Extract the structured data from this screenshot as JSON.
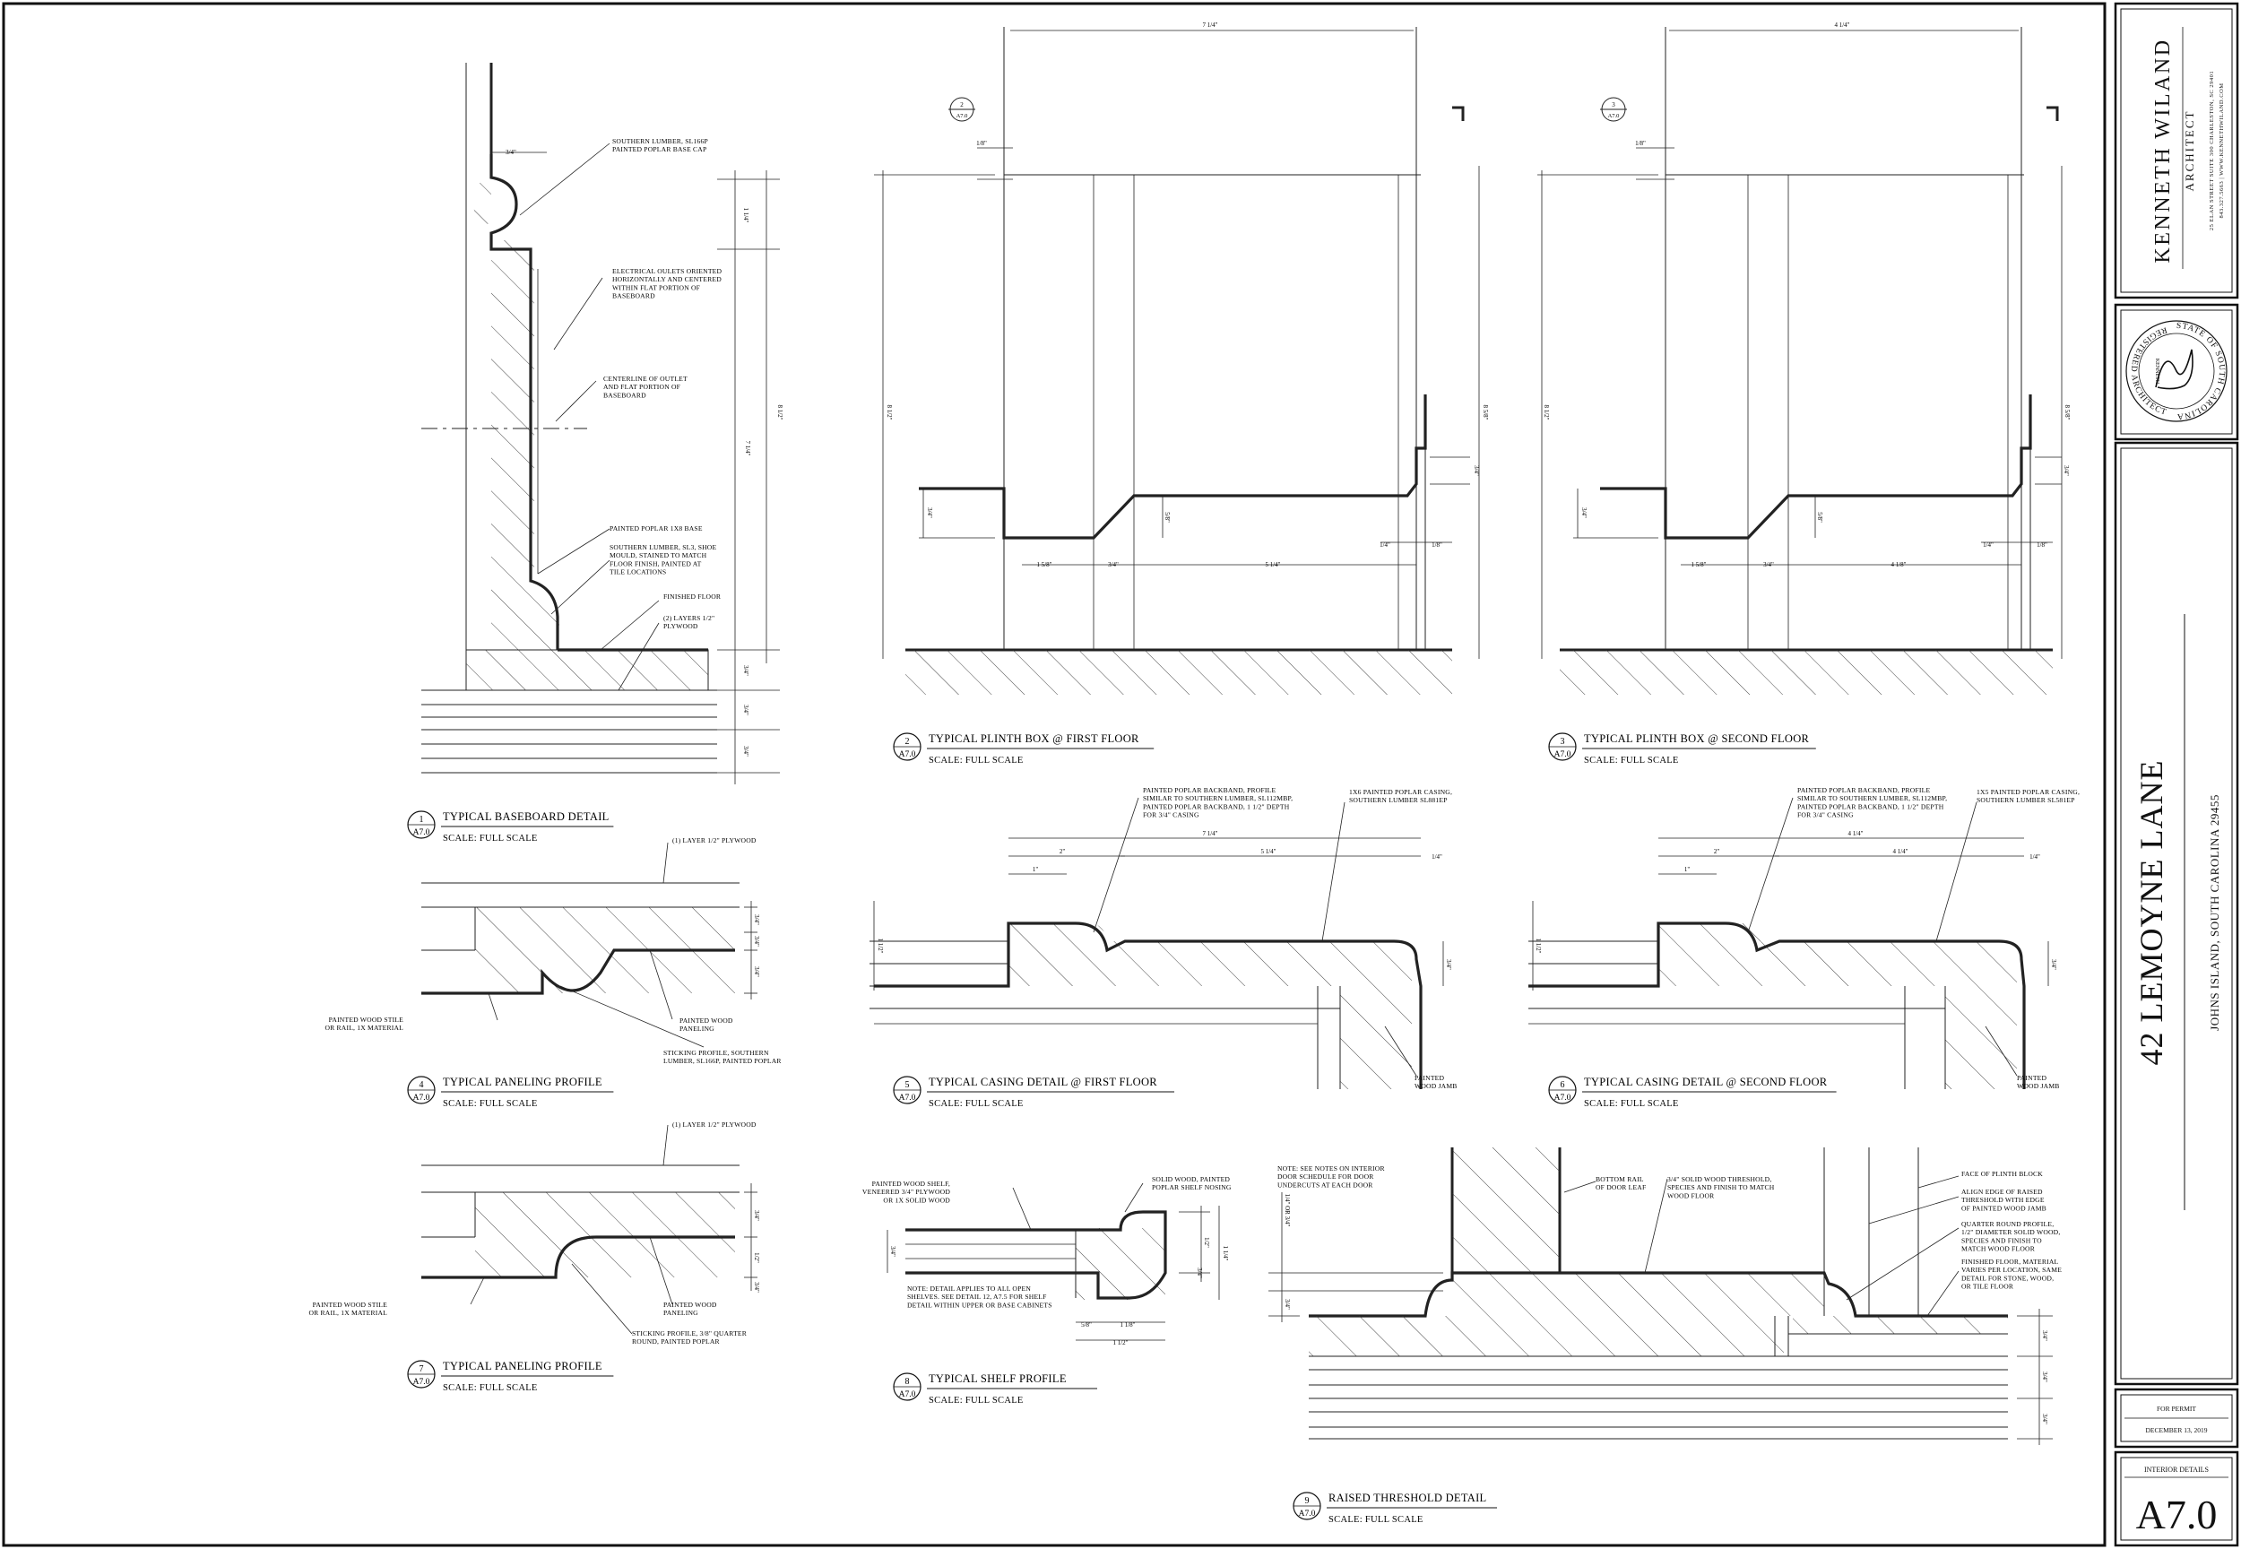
{
  "details": [
    {
      "num": "1",
      "sheet": "A7.0",
      "title": "TYPICAL BASEBOARD DETAIL",
      "scale": "SCALE: FULL SCALE"
    },
    {
      "num": "2",
      "sheet": "A7.0",
      "title": "TYPICAL PLINTH BOX @ FIRST FLOOR",
      "scale": "SCALE: FULL SCALE"
    },
    {
      "num": "3",
      "sheet": "A7.0",
      "title": "TYPICAL PLINTH BOX @ SECOND FLOOR",
      "scale": "SCALE: FULL SCALE"
    },
    {
      "num": "4",
      "sheet": "A7.0",
      "title": "TYPICAL PANELING PROFILE",
      "scale": "SCALE: FULL SCALE"
    },
    {
      "num": "5",
      "sheet": "A7.0",
      "title": "TYPICAL CASING DETAIL @ FIRST FLOOR",
      "scale": "SCALE: FULL SCALE"
    },
    {
      "num": "6",
      "sheet": "A7.0",
      "title": "TYPICAL CASING DETAIL @ SECOND FLOOR",
      "scale": "SCALE: FULL SCALE"
    },
    {
      "num": "7",
      "sheet": "A7.0",
      "title": "TYPICAL PANELING PROFILE",
      "scale": "SCALE: FULL SCALE"
    },
    {
      "num": "8",
      "sheet": "A7.0",
      "title": "TYPICAL SHELF PROFILE",
      "scale": "SCALE: FULL SCALE"
    },
    {
      "num": "9",
      "sheet": "A7.0",
      "title": "RAISED THRESHOLD DETAIL",
      "scale": "SCALE: FULL SCALE"
    }
  ],
  "section_markers": [
    {
      "num": "2",
      "sheet": "A7.0"
    },
    {
      "num": "3",
      "sheet": "A7.0"
    }
  ],
  "notes": {
    "d1": [
      "SOUTHERN LUMBER, SL166P\nPAINTED POPLAR BASE CAP",
      "ELECTRICAL OULETS ORIENTED\nHORIZONTALLY AND CENTERED\nWITHIN FLAT PORTION OF\nBASEBOARD",
      "CENTERLINE OF OUTLET\nAND FLAT PORTION OF\nBASEBOARD",
      "PAINTED POPLAR 1X8 BASE",
      "SOUTHERN LUMBER, SL3, SHOE\nMOULD, STAINED TO MATCH\nFLOOR FINISH, PAINTED AT\nTILE LOCATIONS",
      "FINISHED FLOOR",
      "(2) LAYERS 1/2\"\nPLYWOOD"
    ],
    "d4": [
      "(1) LAYER 1/2\" PLYWOOD",
      "PAINTED WOOD STILE\nOR RAIL, 1X MATERIAL",
      "PAINTED WOOD\nPANELING",
      "STICKING PROFILE, SOUTHERN\nLUMBER, SL166P, PAINTED POPLAR"
    ],
    "d7": [
      "(1) LAYER 1/2\" PLYWOOD",
      "PAINTED WOOD STILE\nOR RAIL, 1X MATERIAL",
      "PAINTED WOOD\nPANELING",
      "STICKING PROFILE, 3/8\" QUARTER\nROUND, PAINTED POPLAR"
    ],
    "d5": [
      "PAINTED POPLAR BACKBAND, PROFILE\nSIMILAR TO SOUTHERN LUMBER, SL112MBP,\nPAINTED POPLAR BACKBAND, 1 1/2\" DEPTH\nFOR 3/4\" CASING",
      "1X6 PAINTED POPLAR CASING,\nSOUTHERN LUMBER SL881EP",
      "PAINTED\nWOOD JAMB"
    ],
    "d6": [
      "PAINTED POPLAR BACKBAND, PROFILE\nSIMILAR TO SOUTHERN LUMBER, SL112MBP,\nPAINTED POPLAR BACKBAND, 1 1/2\" DEPTH\nFOR 3/4\" CASING",
      "1X5 PAINTED POPLAR CASING,\nSOUTHERN LUMBER SL581EP",
      "PAINTED\nWOOD JAMB"
    ],
    "d8": [
      "PAINTED WOOD SHELF,\nVENEERED 3/4\" PLYWOOD\nOR 1X SOLID WOOD",
      "SOLID WOOD, PAINTED\nPOPLAR SHELF NOSING",
      "NOTE: DETAIL APPLIES TO ALL OPEN\nSHELVES. SEE DETAIL 12, A7.5 FOR SHELF\nDETAIL WITHIN UPPER OR BASE CABINETS"
    ],
    "d9": [
      "NOTE: SEE NOTES ON INTERIOR\nDOOR SCHEDULE FOR DOOR\nUNDERCUTS AT EACH DOOR",
      "BOTTOM RAIL\nOF DOOR LEAF",
      "3/4\" SOLID WOOD THRESHOLD,\nSPECIES AND FINISH TO MATCH\nWOOD FLOOR",
      "FACE OF PLINTH BLOCK",
      "ALIGN EDGE OF RAISED\nTHRESHOLD WITH EDGE\nOF PAINTED WOOD JAMB",
      "QUARTER ROUND PROFILE,\n1/2\" DIAMETER SOLID WOOD,\nSPECIES AND FINISH TO\nMATCH WOOD FLOOR",
      "FINISHED FLOOR, MATERIAL\nVARIES PER LOCATION, SAME\nDETAIL FOR STONE, WOOD,\nOR TILE FLOOR"
    ]
  },
  "dims": {
    "d1": [
      "3/4\"",
      "1 1/4\"",
      "8 1/2\"",
      "7 1/4\"",
      "3/4\"",
      "3/4\"",
      "3/4\""
    ],
    "d2": [
      "7 1/4\"",
      "1/8\"",
      "8 1/2\"",
      "8 5/8\"",
      "3/4\"",
      "5/8\"",
      "1/4\"",
      "1/8\"",
      "1 5/8\"",
      "3/4\"",
      "5 1/4\"",
      "3/4\""
    ],
    "d3": [
      "4 1/4\"",
      "1/8\"",
      "8 1/2\"",
      "8 5/8\"",
      "3/4\"",
      "5/8\"",
      "1/4\"",
      "1/8\"",
      "1 5/8\"",
      "3/4\"",
      "4 1/8\"",
      "3/4\""
    ],
    "d4": [
      "3/4\"",
      "3/4\"",
      "3/4\""
    ],
    "d5": [
      "7 1/4\"",
      "1\"",
      "2\"",
      "5 1/4\"",
      "1/4\"",
      "1 1/2\"",
      "3/4\""
    ],
    "d6": [
      "4 1/4\"",
      "1\"",
      "2\"",
      "4 1/4\"",
      "1/4\"",
      "1 1/2\"",
      "3/4\""
    ],
    "d7": [
      "3/4\"",
      "1/2\"",
      "3/4\""
    ],
    "d8": [
      "3/4\"",
      "1/2\"",
      "3/4\"",
      "1 1/4\"",
      "5/8\"",
      "1 1/8\"",
      "1 1/2\""
    ],
    "d9": [
      "1/4\" OR 3/4\"",
      "3/4\"",
      "3/4\"",
      "3/4\"",
      "3/4\""
    ]
  },
  "titleblock": {
    "architect_name": "KENNETH WILAND",
    "architect_title": "ARCHITECT",
    "address_line": "25 ELAN STREET SUITE 300 CHARLESTON, SC 29401",
    "contact_line": "843.327.5663  |  WWW.KENNETHWILAND.COM",
    "seal_top": "STATE OF SOUTH CAROLINA",
    "seal_bottom": "REGISTERED ARCHITECT",
    "seal_name": "KENNETH",
    "project_name": "42 LEMOYNE LANE",
    "project_location": "JOHNS ISLAND, SOUTH CAROLINA 29455",
    "status": "FOR PERMIT",
    "date": "DECEMBER 13, 2019",
    "sheet_title": "INTERIOR DETAILS",
    "sheet_number": "A7.0"
  }
}
